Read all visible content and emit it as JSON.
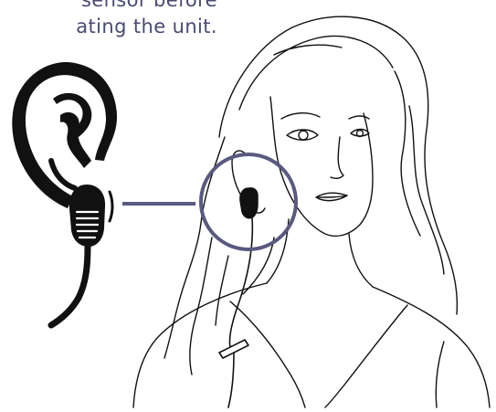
{
  "caption": {
    "line1": "sensor before",
    "line2": "ating the unit."
  },
  "colors": {
    "caption_text": "#4a4a72",
    "callout": "#5a5980",
    "line_art": "#111111"
  },
  "icons": [
    "ear-with-sensor-icon",
    "woman-wearing-ear-sensor-illustration",
    "magnifier-circle-icon"
  ]
}
